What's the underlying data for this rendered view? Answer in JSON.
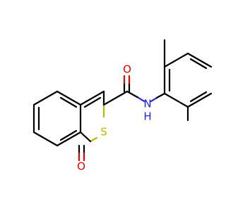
{
  "molecule": {
    "atom_labels": {
      "oxygen_amide": "O",
      "nitrogen": "N",
      "hydrogen": "H",
      "sulfur": "S",
      "oxygen_thio": "O"
    },
    "colors": {
      "carbon_bond": "#000000",
      "oxygen": "#e00000",
      "nitrogen": "#2020e0",
      "sulfur": "#b8b800",
      "background": "#ffffff"
    }
  }
}
